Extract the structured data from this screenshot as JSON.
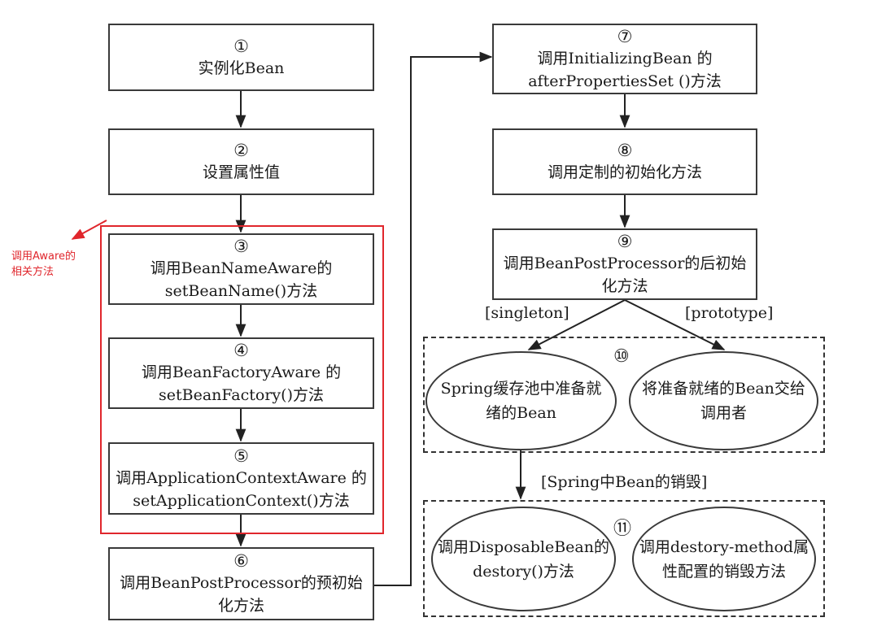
{
  "steps": {
    "s1": {
      "num": "①",
      "lines": [
        "实例化Bean"
      ]
    },
    "s2": {
      "num": "②",
      "lines": [
        "设置属性值"
      ]
    },
    "s3": {
      "num": "③",
      "lines": [
        "调用BeanNameAware的",
        "setBeanName()方法"
      ]
    },
    "s4": {
      "num": "④",
      "lines": [
        "调用BeanFactoryAware 的",
        "setBeanFactory()方法"
      ]
    },
    "s5": {
      "num": "⑤",
      "lines": [
        "调用ApplicationContextAware 的",
        "setApplicationContext()方法"
      ]
    },
    "s6": {
      "num": "⑥",
      "lines": [
        "调用BeanPostProcessor的预初始",
        "化方法"
      ]
    },
    "s7": {
      "num": "⑦",
      "lines": [
        "调用InitializingBean 的",
        "afterPropertiesSet ()方法"
      ]
    },
    "s8": {
      "num": "⑧",
      "lines": [
        "调用定制的初始化方法"
      ]
    },
    "s9": {
      "num": "⑨",
      "lines": [
        "调用BeanPostProcessor的后初始",
        "化方法"
      ]
    }
  },
  "group10": {
    "num": "⑩",
    "left": [
      "Spring缓存池中准备就",
      "绪的Bean"
    ],
    "right": [
      "将准备就绪的Bean交给",
      "调用者"
    ]
  },
  "group11": {
    "num": "⑪",
    "left": [
      "调用DisposableBean的",
      "destory()方法"
    ],
    "right": [
      "调用destory-method属",
      "性配置的销毁方法"
    ]
  },
  "labels": {
    "singleton": "[singleton]",
    "prototype": "[prototype]",
    "destroy": "[Spring中Bean的销毁]"
  },
  "annotation": {
    "lines": [
      "调用Aware的",
      "相关方法"
    ],
    "color": "#e0262c"
  }
}
